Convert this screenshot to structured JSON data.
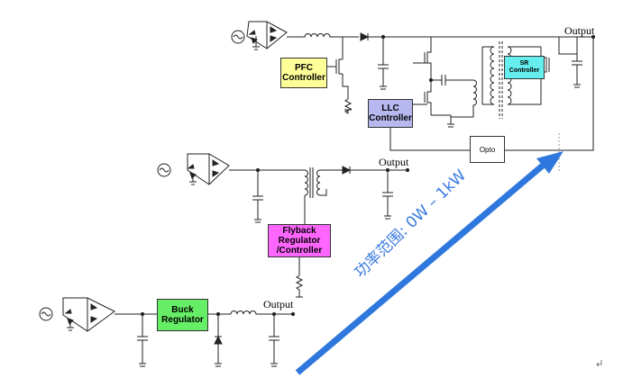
{
  "colors": {
    "wire": "#222222",
    "arrow": "#2e78dd",
    "pfc_fill": "#ffff99",
    "llc_fill": "#b8b8f0",
    "sr_fill": "#66eeee",
    "opto_fill": "#ffffff",
    "flyback_fill": "#ff66ff",
    "buck_fill": "#66ee66",
    "range_text": "#3a7be0"
  },
  "top_circuit": {
    "pfc_label": "PFC\nController",
    "llc_label": "LLC\nController",
    "sr_label": "SR\nController",
    "opto_label": "Opto",
    "output_label": "Output"
  },
  "middle_circuit": {
    "flyback_label": "Flyback\nRegulator\n/Controller",
    "output_label": "Output"
  },
  "bottom_circuit": {
    "buck_label": "Buck\nRegulator",
    "output_label": "Output"
  },
  "power_range": {
    "text": "功率范围: 0W – 1kW"
  }
}
